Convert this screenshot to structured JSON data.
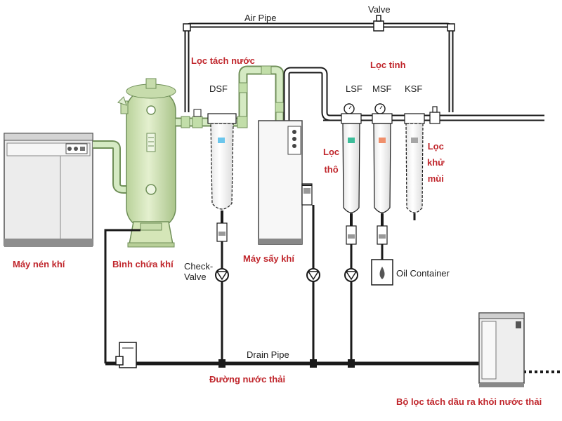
{
  "labels": {
    "air_pipe": "Air Pipe",
    "valve": "Valve",
    "loc_tach_nuoc": "Lọc tách nước",
    "loc_tinh": "Lọc tinh",
    "dsf": "DSF",
    "lsf": "LSF",
    "msf": "MSF",
    "ksf": "KSF",
    "loc_tho_1": "Lọc",
    "loc_tho_2": "thô",
    "loc_khu_mui_1": "Lọc",
    "loc_khu_mui_2": "khử",
    "loc_khu_mui_3": "mùi",
    "may_nen_khi": "Máy nén khí",
    "binh_chua_khi": "Bình chứa khí",
    "check_valve_1": "Check-",
    "check_valve_2": "Valve",
    "may_say_khi": "Máy sấy khí",
    "oil_container": "Oil Container",
    "drain_pipe": "Drain Pipe",
    "duong_nuoc_thai": "Đường nước thải",
    "bo_loc_tach_dau": "Bộ lọc tách dầu ra khỏi nước thải"
  },
  "colors": {
    "pipe": "#1a1a1a",
    "green_pipe": "#c9e3b4",
    "tank": "#d5e6b8",
    "filter_body": "#ffffff",
    "dsf_marker": "#6cc6ec",
    "lsf_marker": "#3dbd9a",
    "msf_marker": "#f0906c",
    "ksf_marker": "#a6a6a6",
    "red_label": "#c0262c",
    "machine_gray": "#e6e6e6"
  }
}
